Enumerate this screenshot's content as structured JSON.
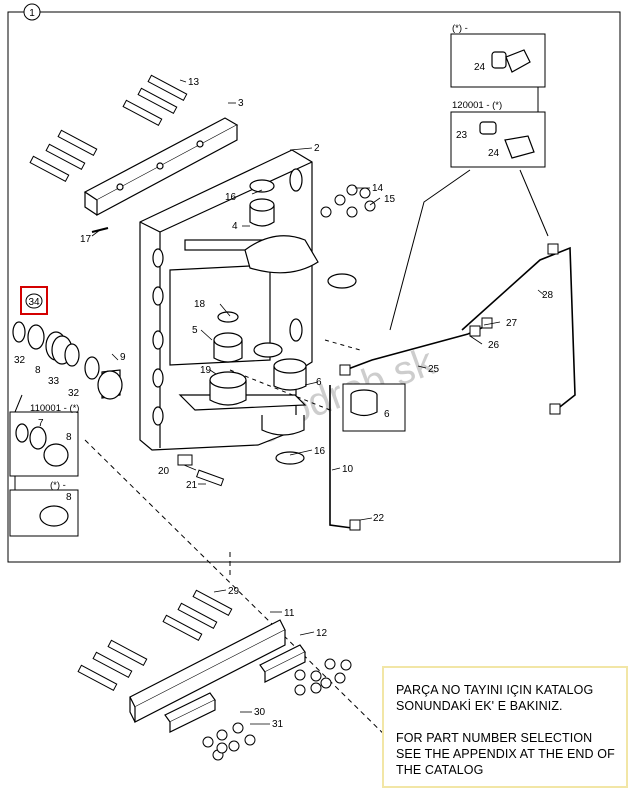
{
  "figure": {
    "number": "1",
    "watermark": "agrodrob.sk",
    "parts": [
      {
        "id": "p13",
        "label": "13"
      },
      {
        "id": "p3",
        "label": "3"
      },
      {
        "id": "p2",
        "label": "2"
      },
      {
        "id": "p16a",
        "label": "16"
      },
      {
        "id": "p14",
        "label": "14"
      },
      {
        "id": "p15",
        "label": "15"
      },
      {
        "id": "p4",
        "label": "4"
      },
      {
        "id": "p17",
        "label": "17"
      },
      {
        "id": "p34",
        "label": "34"
      },
      {
        "id": "p18",
        "label": "18"
      },
      {
        "id": "p5",
        "label": "5"
      },
      {
        "id": "p9",
        "label": "9"
      },
      {
        "id": "p32a",
        "label": "32"
      },
      {
        "id": "p8a",
        "label": "8"
      },
      {
        "id": "p33",
        "label": "33"
      },
      {
        "id": "p32b",
        "label": "32"
      },
      {
        "id": "p19",
        "label": "19"
      },
      {
        "id": "p6a",
        "label": "6"
      },
      {
        "id": "p6b",
        "label": "6"
      },
      {
        "id": "p16b",
        "label": "16"
      },
      {
        "id": "p10",
        "label": "10"
      },
      {
        "id": "p7",
        "label": "7"
      },
      {
        "id": "p8b",
        "label": "8"
      },
      {
        "id": "p20",
        "label": "20"
      },
      {
        "id": "p21",
        "label": "21"
      },
      {
        "id": "p8c",
        "label": "8"
      },
      {
        "id": "p22",
        "label": "22"
      },
      {
        "id": "p24a",
        "label": "24"
      },
      {
        "id": "p23",
        "label": "23"
      },
      {
        "id": "p24b",
        "label": "24"
      },
      {
        "id": "p28",
        "label": "28"
      },
      {
        "id": "p27",
        "label": "27"
      },
      {
        "id": "p26",
        "label": "26"
      },
      {
        "id": "p25",
        "label": "25"
      },
      {
        "id": "p29",
        "label": "29"
      },
      {
        "id": "p11",
        "label": "11"
      },
      {
        "id": "p12",
        "label": "12"
      },
      {
        "id": "p30",
        "label": "30"
      },
      {
        "id": "p31",
        "label": "31"
      }
    ],
    "insets": {
      "serial_110001": "110001 - (*)",
      "star_left": "(*) -",
      "star_right": "(*) -",
      "serial_120001": "120001 - (*)"
    }
  },
  "note": {
    "turkish": "PARÇA NO TAYINI IÇIN KATALOG SONUNDAKİ EK' E BAKINIZ.",
    "english": "FOR PART NUMBER SELECTION SEE THE APPENDIX AT THE END OF THE CATALOG"
  },
  "colors": {
    "highlight": "#d40000",
    "note_border": "#f2e6a6",
    "line": "#000000",
    "watermark": "#b8b8b8"
  }
}
